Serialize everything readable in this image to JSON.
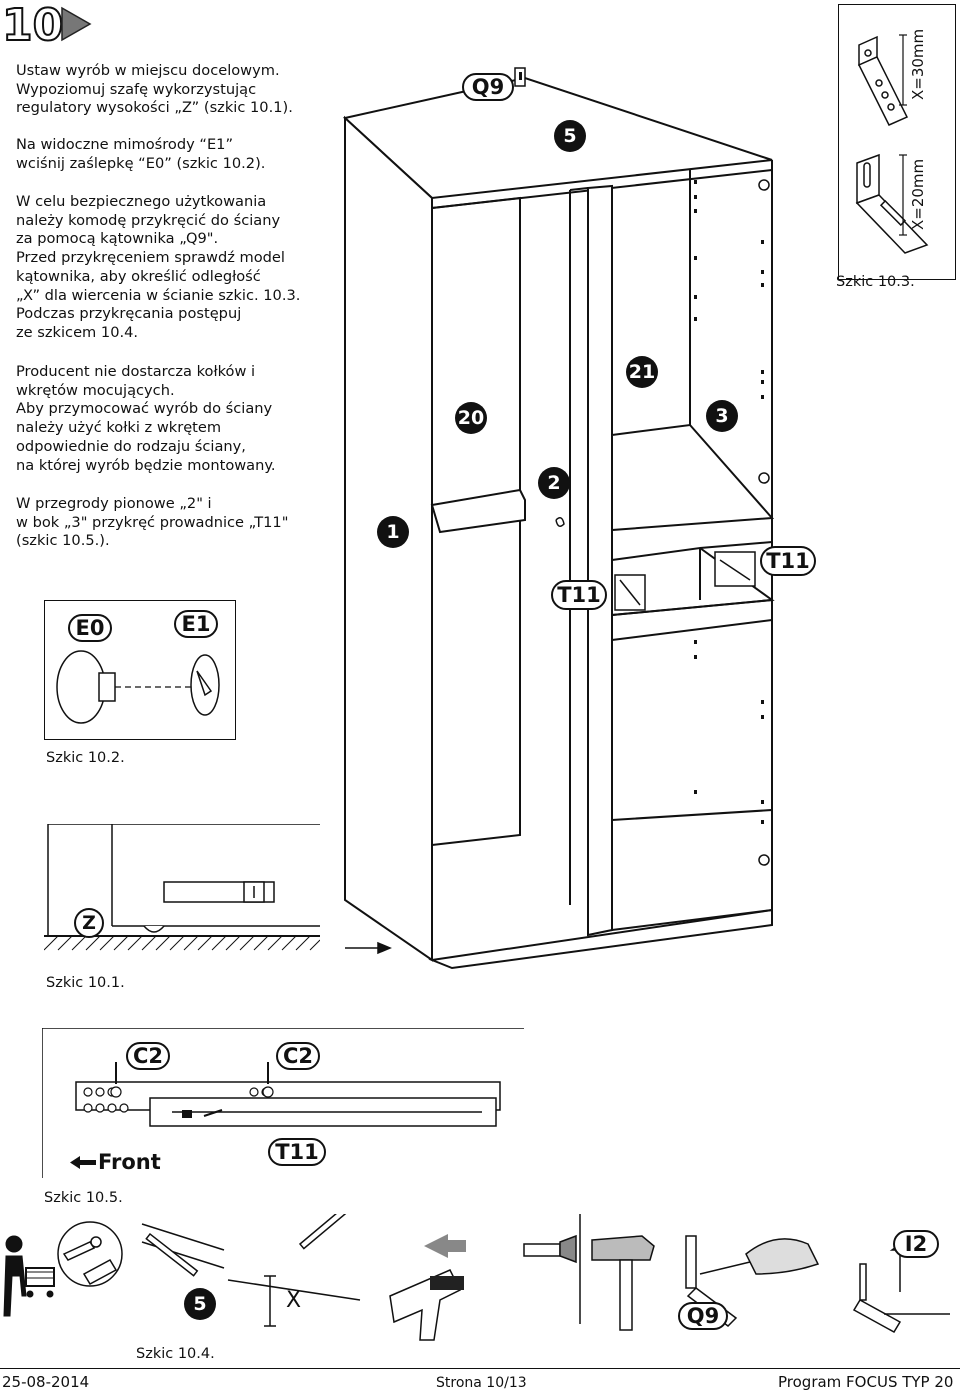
{
  "step": {
    "number": "10"
  },
  "instructions": {
    "p1": [
      "Ustaw wyrób w miejscu docelowym.",
      "Wypoziomuj szafę wykorzystując",
      "regulatory wysokości „Z” (szkic 10.1)."
    ],
    "p2": [
      "Na widoczne mimośrody “E1”",
      "wciśnij zaślepkę “E0” (szkic 10.2)."
    ],
    "p3": [
      "W celu bezpiecznego użytkowania",
      "należy komodę przykręcić do ściany",
      "za pomocą kątownika „Q9\".",
      "Przed przykręceniem sprawdź model",
      "kątownika, aby określić odległość",
      "„X” dla wiercenia w ścianie szkic. 10.3.",
      "Podczas przykręcania postępuj",
      "ze szkicem 10.4."
    ],
    "p4": [
      "Producent nie dostarcza kołków i",
      "wkrętów mocujących.",
      "Aby przymocować wyrób do ściany",
      "należy użyć kołki z wkrętem",
      "odpowiednie do rodzaju ściany,",
      "na której wyrób będzie montowany."
    ],
    "p5": [
      "W przegrody pionowe „2\" i",
      "w bok „3\" przykręć prowadnice „T11\"",
      "(szkic 10.5.)."
    ]
  },
  "labels": {
    "q9": "Q9",
    "q9_bottom": "Q9",
    "part_1": "1",
    "part_2": "2",
    "part_3": "3",
    "part_5": "5",
    "part_5_sketch": "5",
    "part_20": "20",
    "part_21": "21",
    "t11_a": "T11",
    "t11_b": "T11",
    "t11_sketch": "T11",
    "e0": "E0",
    "e1": "E1",
    "z": "Z",
    "c2_a": "C2",
    "c2_b": "C2",
    "front": "Front",
    "i2": "I2",
    "x": "X",
    "x30": "X=30mm",
    "x20": "X=20mm"
  },
  "captions": {
    "s101": "Szkic 10.1.",
    "s102": "Szkic 10.2.",
    "s103": "Szkic 10.3.",
    "s104": "Szkic 10.4.",
    "s105": "Szkic 10.5."
  },
  "footer": {
    "date": "25-08-2014",
    "page": "Strona 10/13",
    "program": "Program FOCUS TYP 20"
  },
  "icons": [
    "step-arrow-icon",
    "bracket-q9-icon",
    "drill-icon",
    "hammer-icon",
    "screwdriver-icon",
    "pencil-icon",
    "dowel-icon",
    "screw-icon",
    "person-cart-icon"
  ]
}
